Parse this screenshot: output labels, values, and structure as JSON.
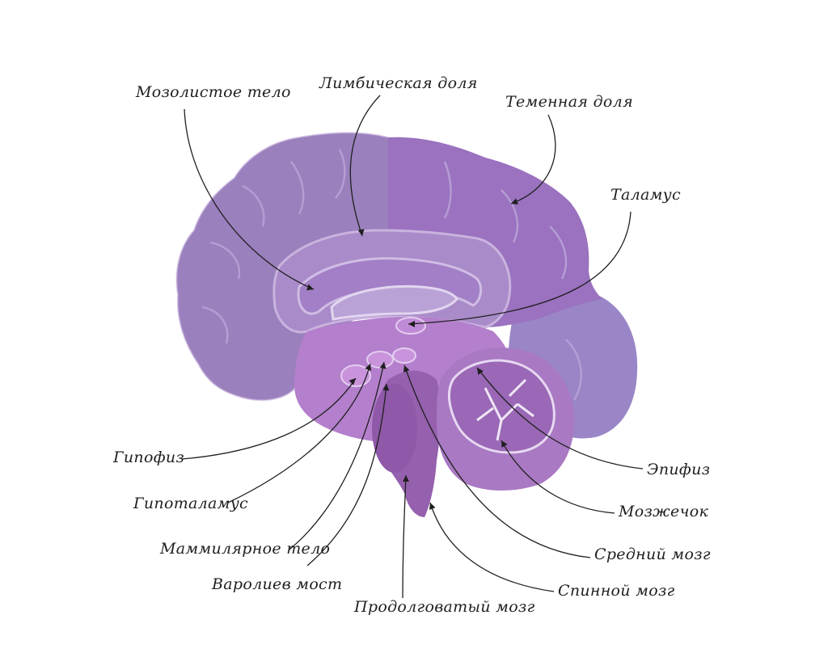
{
  "labels": {
    "corpus_callosum": "Мозолистое тело",
    "limbic_lobe": "Лимбическая доля",
    "parietal_lobe": "Теменная доля",
    "thalamus": "Таламус",
    "pituitary": "Гипофиз",
    "hypothalamus": "Гипоталамус",
    "mammillary_body": "Маммилярное тело",
    "pons": "Варолиев мост",
    "medulla": "Продолговатый мозг",
    "spinal_cord": "Спинной мозг",
    "midbrain": "Средний мозг",
    "cerebellum": "Мозжечок",
    "pineal": "Эпифиз"
  },
  "colors": {
    "frontal_lobe": "#9a80bd",
    "parietal_lobe": "#9a72bf",
    "occipital": "#9a86c6",
    "limbic": "#a98bc9",
    "diencephalon": "#b47fcc",
    "brainstem": "#9560ad",
    "cerebellum": "#a979c3",
    "outline": "#c9b3de",
    "line": "#1f1f1f"
  }
}
